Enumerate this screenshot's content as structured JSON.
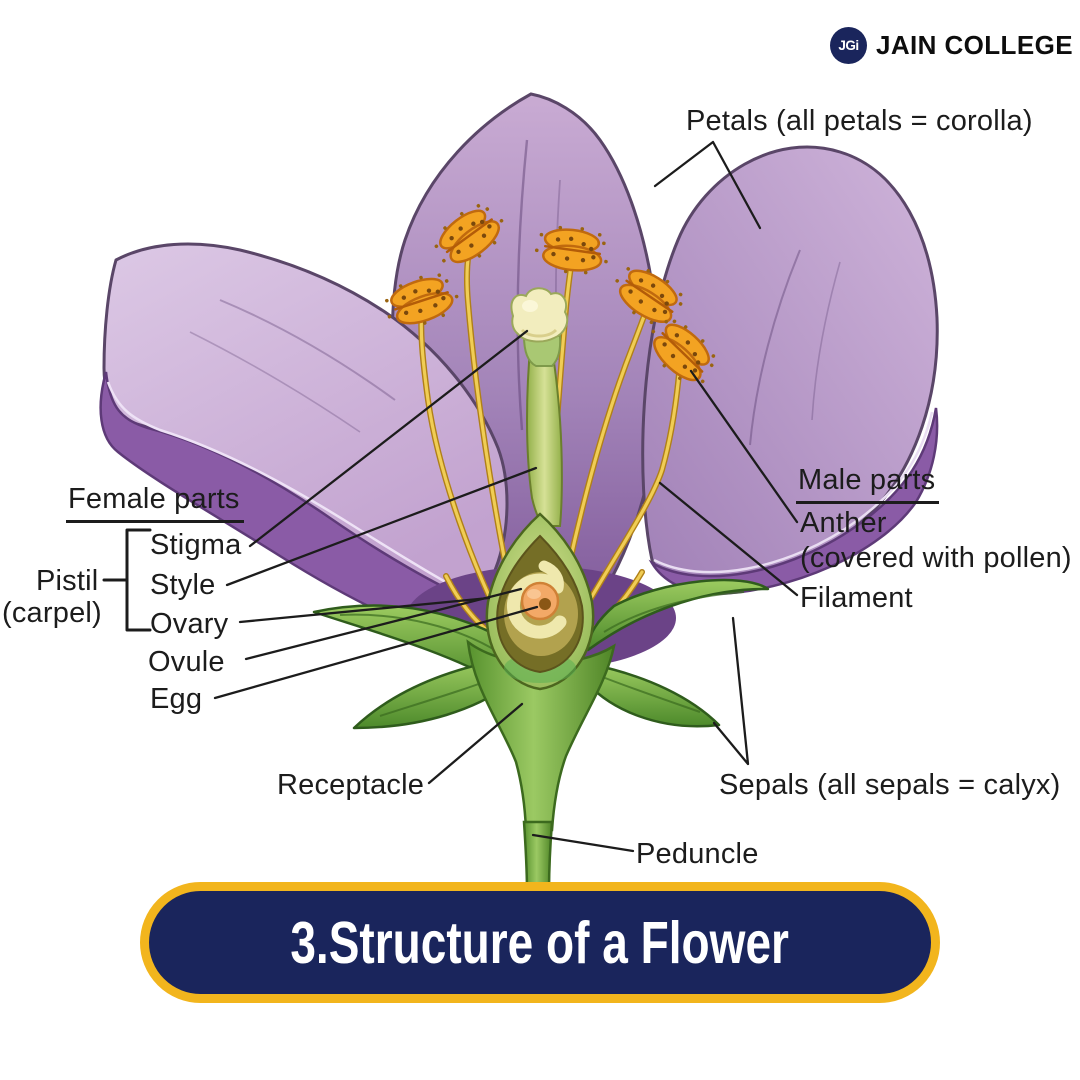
{
  "theme": {
    "paper": "#ffffff",
    "ink": "#1c1c1c",
    "navy": "#1a255c",
    "gold": "#f2b51d"
  },
  "header": {
    "logo": {
      "monogram": "JGi",
      "name": "JAIN COLLEGE"
    }
  },
  "diagram": {
    "subject": "Longitudinal section of a flower",
    "labels": {
      "petals": "Petals (all petals = corolla)",
      "female_parts": "Female parts",
      "pistil": "Pistil",
      "pistil_sub": "(carpel)",
      "stigma": "Stigma",
      "style": "Style",
      "ovary": "Ovary",
      "ovule": "Ovule",
      "egg": "Egg",
      "male_parts": "Male parts",
      "anther": "Anther",
      "anther_sub": "(covered with pollen)",
      "filament": "Filament",
      "receptacle": "Receptacle",
      "sepals": "Sepals (all sepals = calyx)",
      "peduncle": "Peduncle"
    },
    "palette": {
      "petal_light": "#cdb2d8",
      "petal_mid": "#a283b8",
      "petal_deep": "#7b5496",
      "petal_rim": "#8a5ba6",
      "sepal_green": "#6fae3e",
      "stem_green": "#7ab544",
      "filament_gold": "#f0cd55",
      "anther_orange": "#f3a322",
      "pistil_cream": "#f2edbe",
      "ovule_orange": "#f3a967",
      "egg_brown": "#8a5715"
    }
  },
  "footer": {
    "title": "3.Structure of a Flower"
  }
}
